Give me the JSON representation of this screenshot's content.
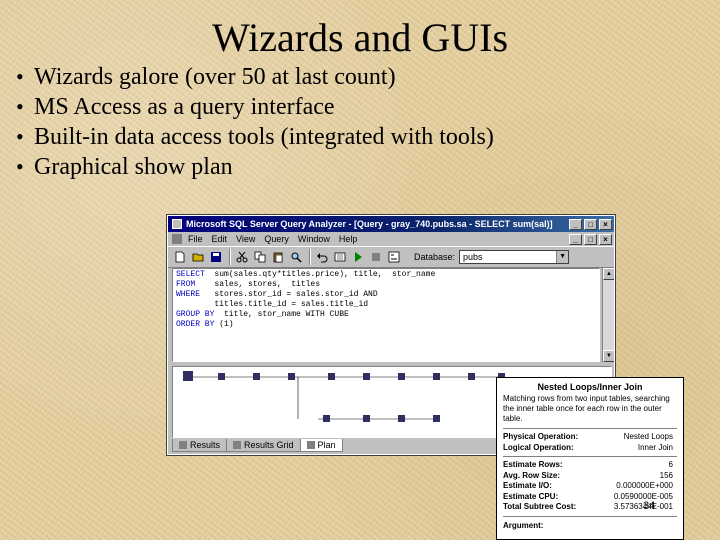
{
  "slide": {
    "title": "Wizards and GUIs",
    "bullets": [
      "Wizards galore (over 50 at last count)",
      "MS Access as a query interface",
      "Built-in data access tools (integrated with tools)",
      "Graphical show plan"
    ],
    "bullet_glyph": "•",
    "page_number": "34"
  },
  "window": {
    "title": "Microsoft SQL Server Query Analyzer - [Query - gray_740.pubs.sa - SELECT  sum(sal)]",
    "title_buttons": [
      "_",
      "□",
      "×"
    ],
    "menu": [
      "File",
      "Edit",
      "View",
      "Query",
      "Window",
      "Help"
    ],
    "menu_right_buttons": [
      "_",
      "□",
      "×"
    ],
    "database_label": "Database:",
    "database_value": "pubs",
    "sql_lines": [
      {
        "kw": "SELECT",
        "rest": "  sum(sales.qty*titles.price), title,  stor_name"
      },
      {
        "kw": "FROM  ",
        "rest": "  sales, stores,  titles"
      },
      {
        "kw": "WHERE ",
        "rest": "  stores.stor_id = sales.stor_id AND"
      },
      {
        "kw": "      ",
        "rest": "  titles.title_id = sales.title_id"
      },
      {
        "kw": "GROUP BY",
        "rest": "  title, stor_name WITH CUBE"
      },
      {
        "kw": "ORDER BY",
        "rest": " (1)"
      }
    ],
    "tabs": [
      {
        "label": "Results",
        "active": false
      },
      {
        "label": "Results Grid",
        "active": false
      },
      {
        "label": "Plan",
        "active": true
      }
    ]
  },
  "tooltip": {
    "title": "Nested Loops/Inner Join",
    "description": "Matching rows from two input tables, searching the inner table once for each row in the outer table.",
    "rows": [
      {
        "k": "Physical Operation:",
        "v": "Nested Loops"
      },
      {
        "k": "Logical Operation:",
        "v": "Inner Join"
      },
      {
        "k": "Estimate Rows:",
        "v": "6"
      },
      {
        "k": "Avg. Row Size:",
        "v": "156"
      },
      {
        "k": "Estimate I/O:",
        "v": "0.000000E+000"
      },
      {
        "k": "Estimate CPU:",
        "v": "0.0590000E-005"
      },
      {
        "k": "Total Subtree Cost:",
        "v": "3.5736344E-001"
      }
    ],
    "argument_label": "Argument:"
  }
}
